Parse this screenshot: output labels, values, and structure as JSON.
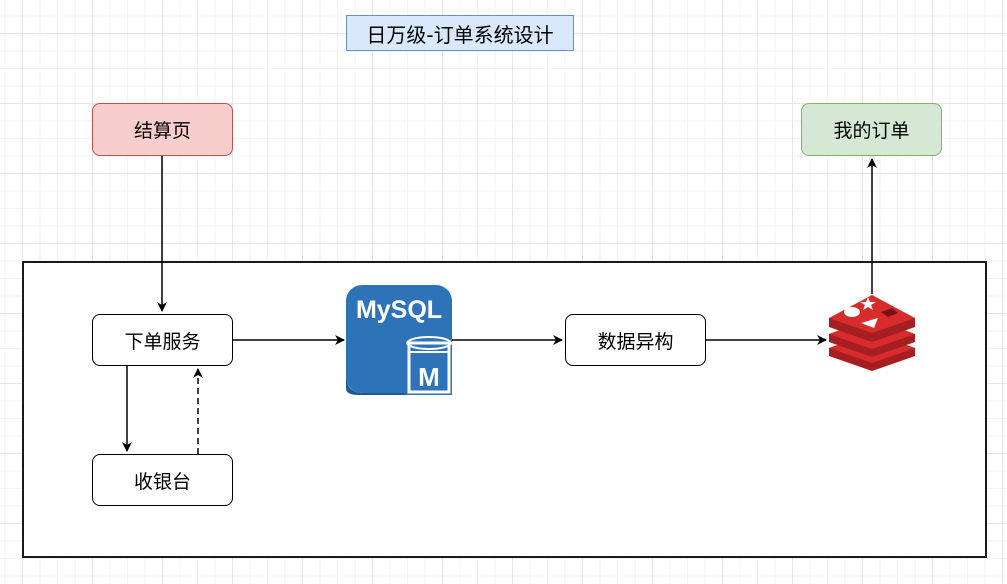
{
  "diagram": {
    "title": "日万级-订单系统设计",
    "nodes": {
      "checkout_page": "结算页",
      "my_orders": "我的订单",
      "order_service": "下单服务",
      "cashier": "收银台",
      "data_heterogeneity": "数据异构",
      "mysql": {
        "label": "MySQL",
        "badge": "M",
        "icon": "mysql-database-icon"
      },
      "redis": {
        "icon": "redis-cache-icon"
      }
    },
    "edges": [
      {
        "from": "结算页",
        "to": "下单服务",
        "style": "solid"
      },
      {
        "from": "下单服务",
        "to": "收银台",
        "style": "solid"
      },
      {
        "from": "收银台",
        "to": "下单服务",
        "style": "dashed"
      },
      {
        "from": "下单服务",
        "to": "MySQL",
        "style": "solid"
      },
      {
        "from": "MySQL",
        "to": "数据异构",
        "style": "solid"
      },
      {
        "from": "数据异构",
        "to": "Redis",
        "style": "solid"
      },
      {
        "from": "Redis",
        "to": "我的订单",
        "style": "solid"
      }
    ],
    "colors": {
      "title_fill": "#dae8fc",
      "title_stroke": "#6c8ebf",
      "checkout_fill": "#f8cecc",
      "checkout_stroke": "#b85450",
      "orders_fill": "#d5e8d4",
      "orders_stroke": "#82b366",
      "mysql_blue": "#2e73b8",
      "redis_red": "#c8202a"
    }
  }
}
